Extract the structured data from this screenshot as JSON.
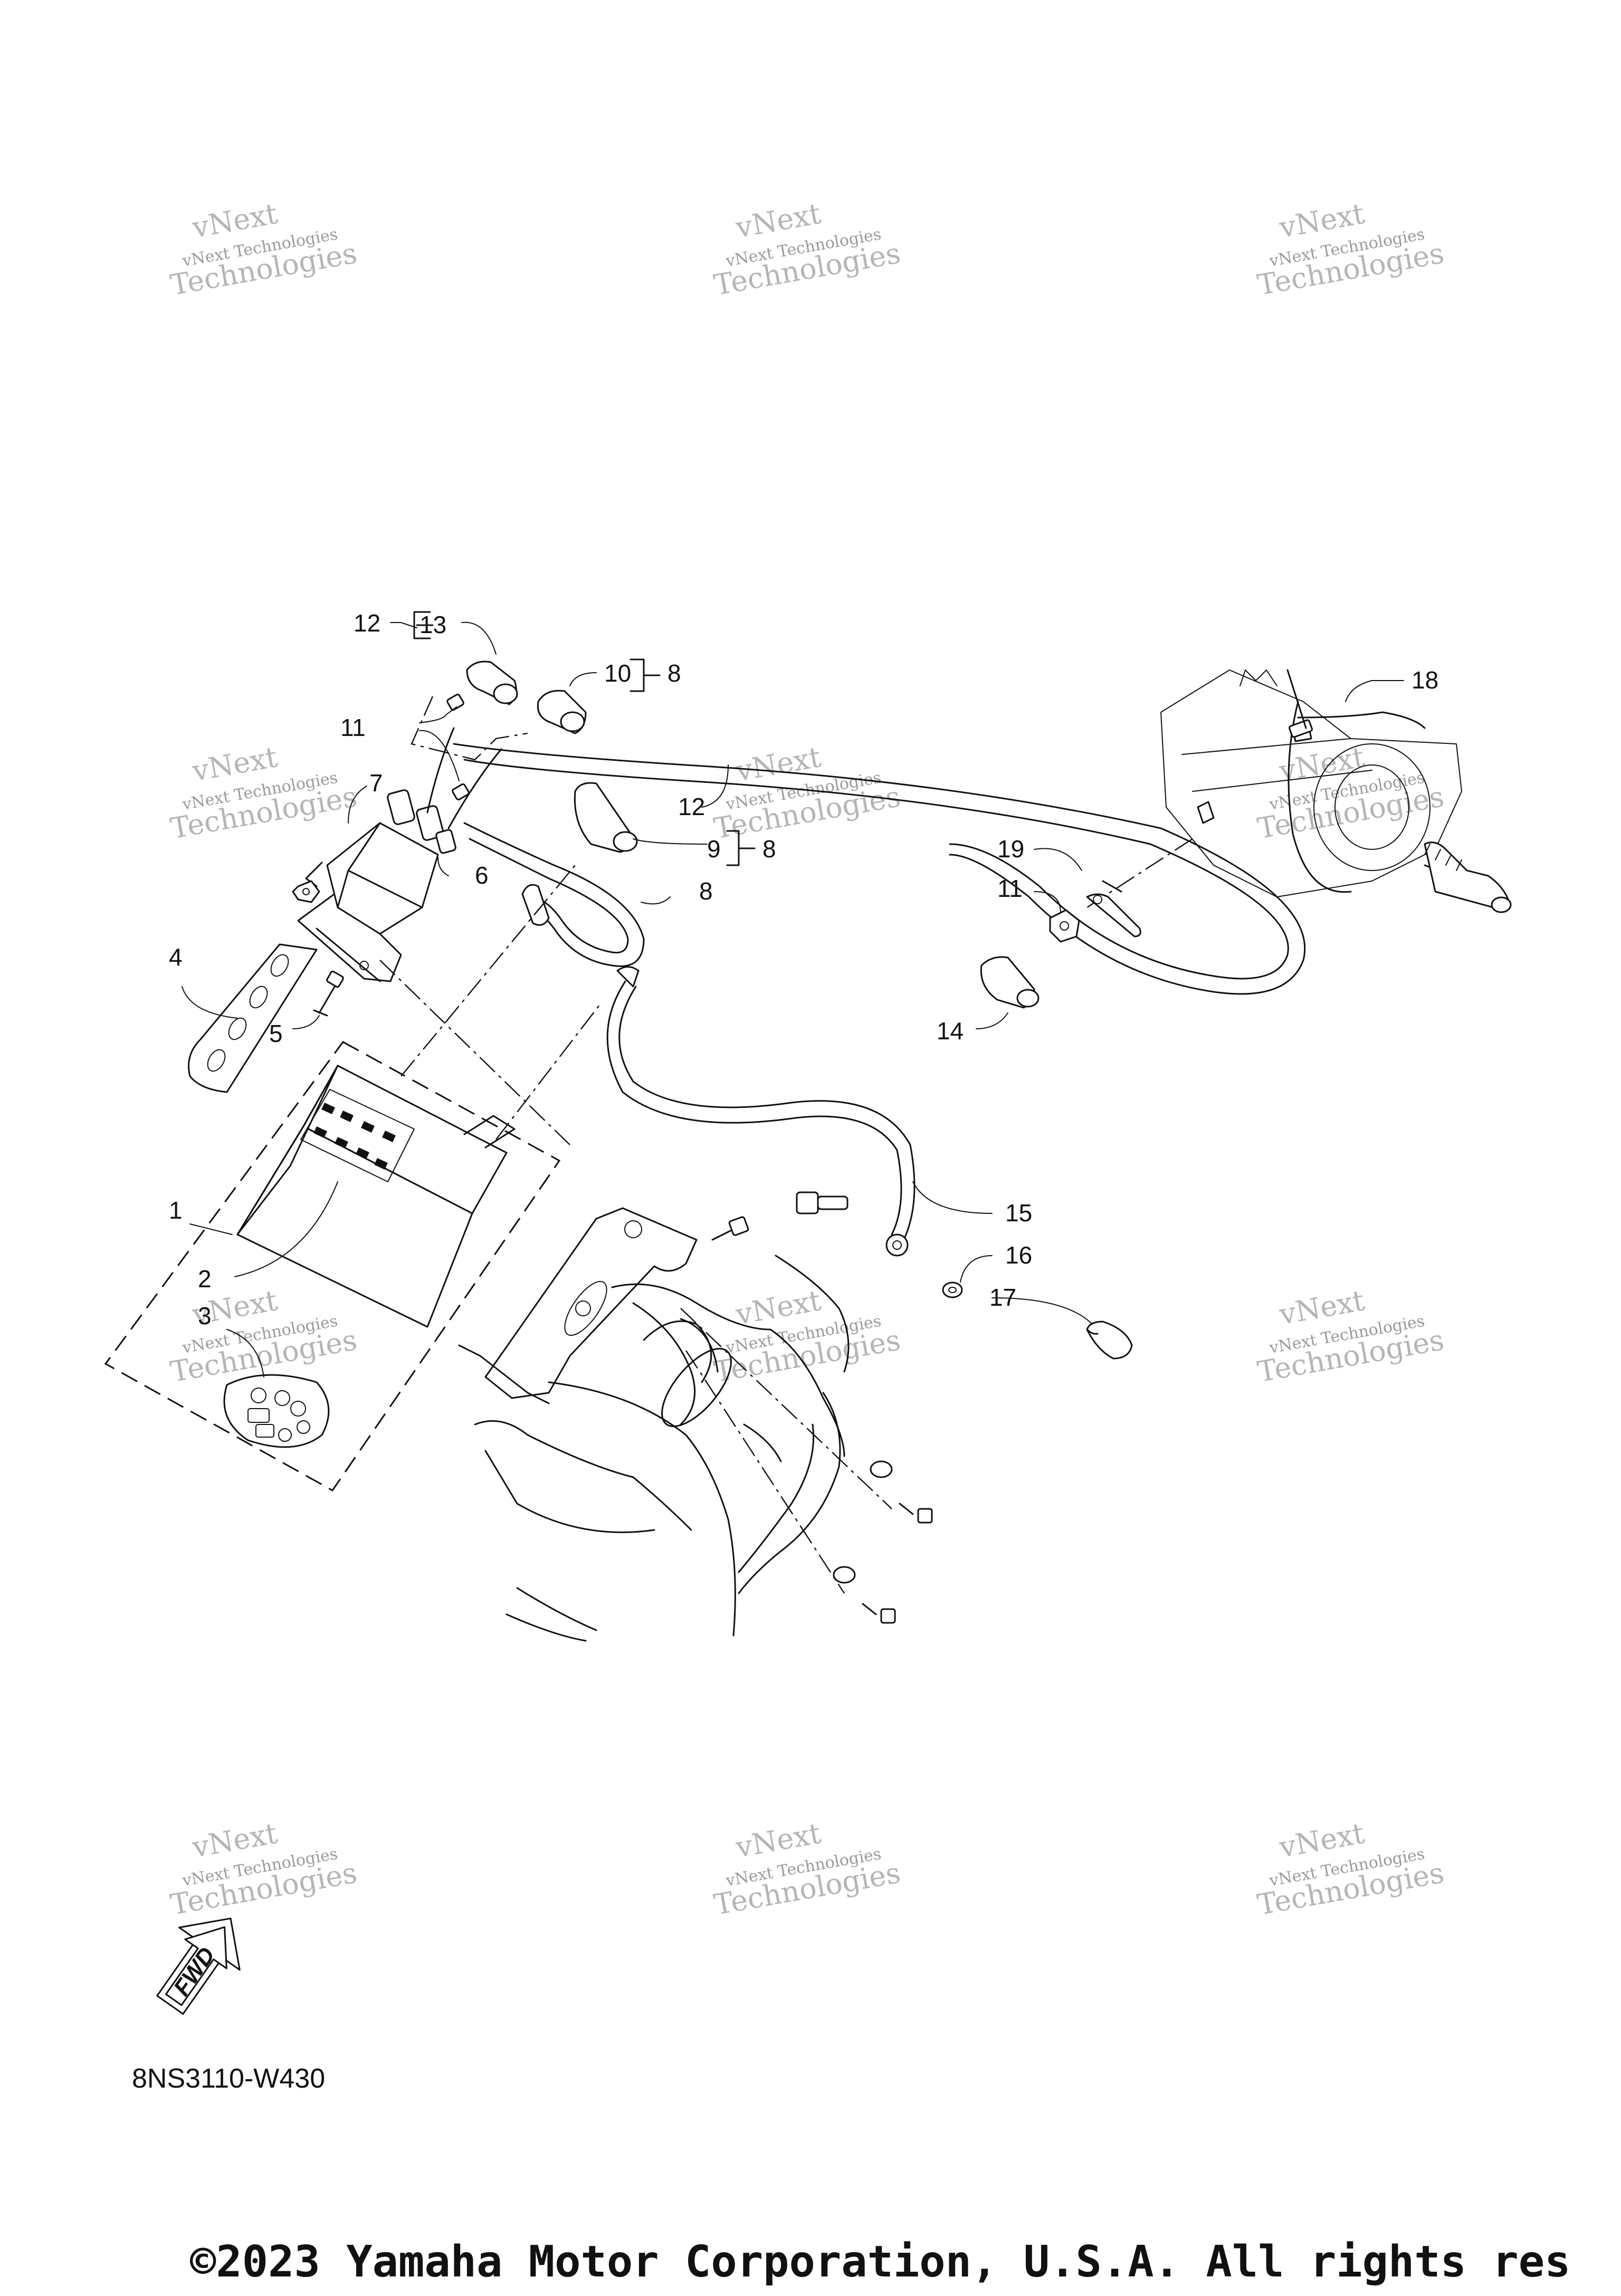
{
  "watermark": {
    "line_top": "vNext",
    "line_mid": "vNext Technologies",
    "line_bottom": "Technologies"
  },
  "callouts": {
    "c1": "1",
    "c2": "2",
    "c3": "3",
    "c4": "4",
    "c5": "5",
    "c6": "6",
    "c7": "7",
    "c8": "8",
    "c9": "9",
    "c9_ref": "8",
    "c10": "10",
    "c10_ref": "8",
    "c11a": "11",
    "c11b": "11",
    "c12a": "12",
    "c12b": "12",
    "c13": "13",
    "c14": "14",
    "c15": "15",
    "c16": "16",
    "c17": "17",
    "c18": "18",
    "c19": "19"
  },
  "fwd_label": "FWD",
  "drawing_code": "8NS3110-W430",
  "copyright": "©2023 Yamaha Motor Corporation, U.S.A. All rights res"
}
